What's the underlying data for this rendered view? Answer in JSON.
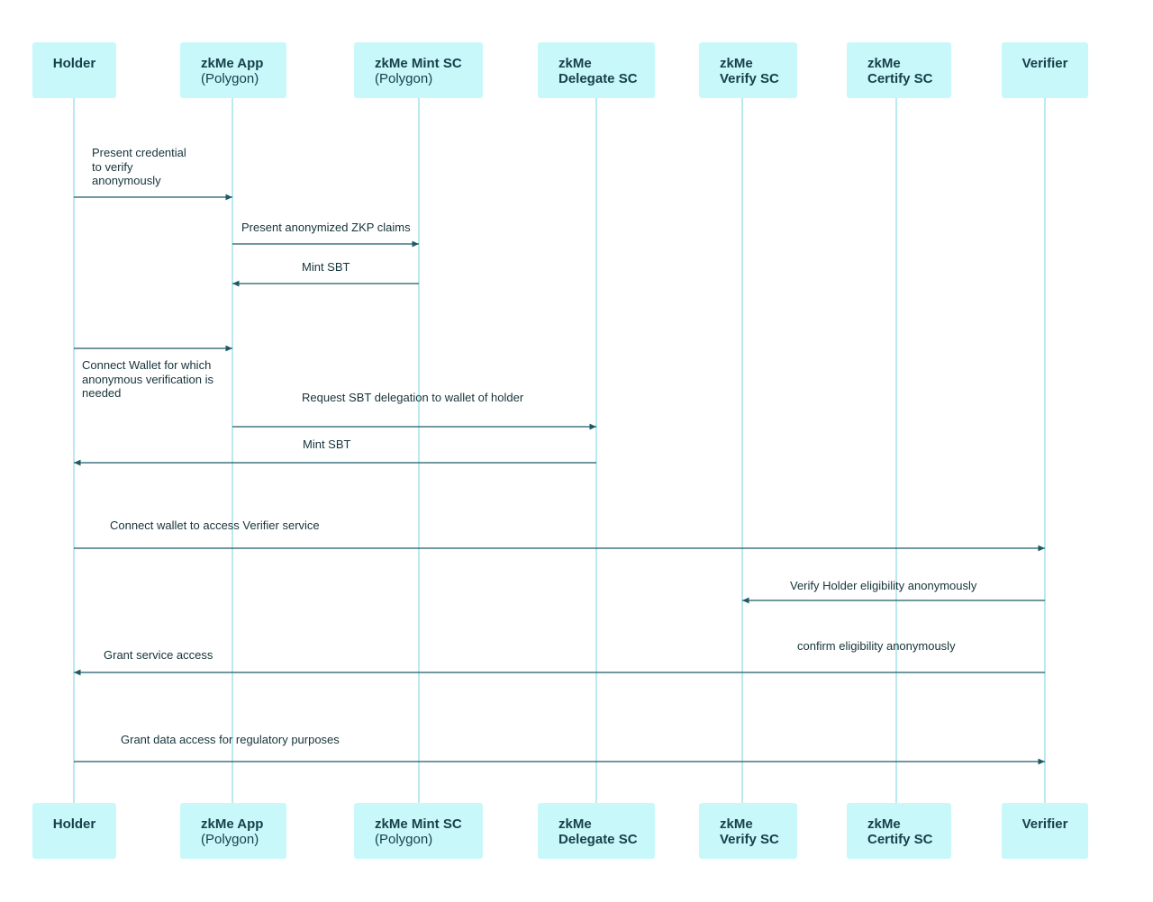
{
  "participants": [
    {
      "id": "holder",
      "line1": "Holder",
      "line2": ""
    },
    {
      "id": "app",
      "line1": "zkMe App",
      "line2": "(Polygon)"
    },
    {
      "id": "mint",
      "line1": "zkMe Mint SC",
      "line2": "(Polygon)"
    },
    {
      "id": "delegate",
      "line1": "zkMe",
      "line2": "Delegate SC"
    },
    {
      "id": "verify",
      "line1": "zkMe",
      "line2": "Verify SC"
    },
    {
      "id": "certify",
      "line1": "zkMe",
      "line2": "Certify SC"
    },
    {
      "id": "verifier",
      "line1": "Verifier",
      "line2": ""
    }
  ],
  "messages": [
    {
      "from": "holder",
      "to": "app",
      "label": [
        "Present credential",
        "to verify",
        "anonymously"
      ]
    },
    {
      "from": "app",
      "to": "mint",
      "label": [
        "Present anonymized ZKP claims"
      ]
    },
    {
      "from": "mint",
      "to": "app",
      "label": [
        "Mint SBT"
      ]
    },
    {
      "from": "holder",
      "to": "app",
      "label": [
        "Connect Wallet for which",
        "anonymous verification is",
        "needed"
      ]
    },
    {
      "from": "app",
      "to": "delegate",
      "label": [
        "Request SBT delegation to wallet of holder"
      ]
    },
    {
      "from": "delegate",
      "to": "holder",
      "label": [
        "Mint SBT"
      ]
    },
    {
      "from": "holder",
      "to": "verifier",
      "label": [
        "Connect wallet to access Verifier service"
      ]
    },
    {
      "from": "verifier",
      "to": "verify",
      "label": [
        "Verify Holder eligibility anonymously"
      ]
    },
    {
      "from": "verifier",
      "to": "holder",
      "label": [
        "Grant service access",
        "confirm eligibility anonymously"
      ]
    },
    {
      "from": "holder",
      "to": "verifier",
      "label": [
        "Grant data access for regulatory purposes"
      ]
    }
  ],
  "colors": {
    "box_fill": "#c9f8fb",
    "lifeline": "#8ddde6",
    "arrow": "#1d5a66",
    "text": "#16333a"
  }
}
